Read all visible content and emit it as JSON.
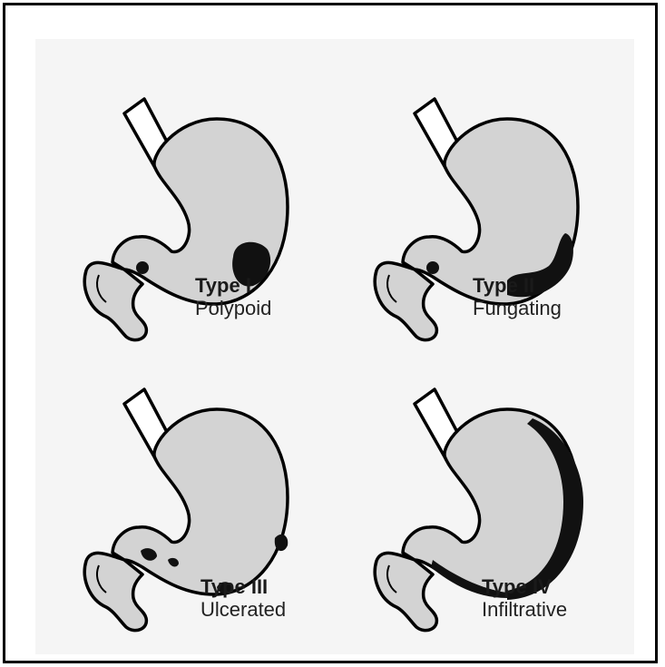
{
  "figures": [
    {
      "type_label": "Type I",
      "description": "Polypoid"
    },
    {
      "type_label": "Type II",
      "description": "Fungating"
    },
    {
      "type_label": "Type III",
      "description": "Ulcerated"
    },
    {
      "type_label": "Type IV",
      "description": "Infiltrative"
    }
  ],
  "colors": {
    "stomach_fill": "#d3d3d3",
    "outline": "#000000",
    "tumor": "#111111",
    "panel_bg": "#f5f5f5"
  }
}
